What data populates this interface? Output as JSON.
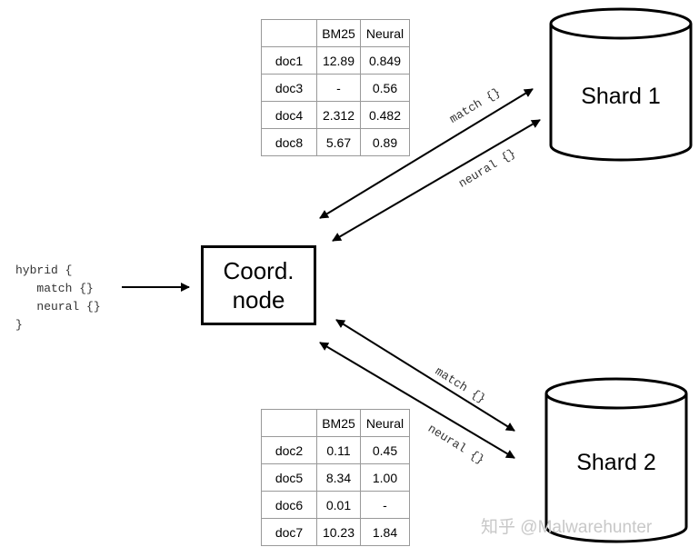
{
  "query_code": {
    "lines": [
      "hybrid {",
      "   match {}",
      "   neural {}",
      "}"
    ]
  },
  "coord_node": {
    "line1": "Coord.",
    "line2": "node"
  },
  "shard1": {
    "label": "Shard 1"
  },
  "shard2": {
    "label": "Shard 2"
  },
  "arrow_labels": {
    "shard1_match": "match {}",
    "shard1_neural": "neural {}",
    "shard2_match": "match {}",
    "shard2_neural": "neural {}"
  },
  "table1": {
    "headers": [
      "",
      "BM25",
      "Neural"
    ],
    "rows": [
      [
        "doc1",
        "12.89",
        "0.849"
      ],
      [
        "doc3",
        "-",
        "0.56"
      ],
      [
        "doc4",
        "2.312",
        "0.482"
      ],
      [
        "doc8",
        "5.67",
        "0.89"
      ]
    ]
  },
  "table2": {
    "headers": [
      "",
      "BM25",
      "Neural"
    ],
    "rows": [
      [
        "doc2",
        "0.11",
        "0.45"
      ],
      [
        "doc5",
        "8.34",
        "1.00"
      ],
      [
        "doc6",
        "0.01",
        "-"
      ],
      [
        "doc7",
        "10.23",
        "1.84"
      ]
    ]
  },
  "watermark": "知乎 @Malwarehunter"
}
